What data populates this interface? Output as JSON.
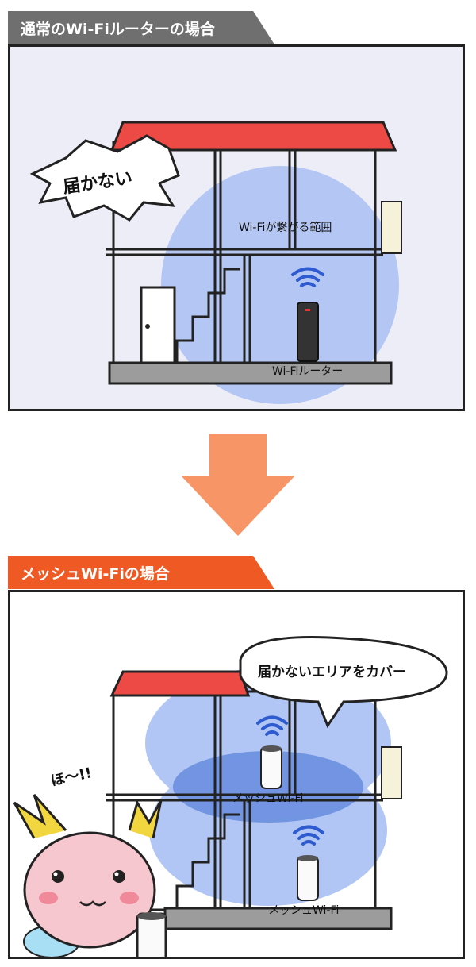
{
  "section1": {
    "title": "通常のWi-Fiルーターの場合",
    "bubble": "届かない",
    "coverage_label": "Wi-Fiが繋がる範囲",
    "router_label": "Wi-Fiルーター"
  },
  "section2": {
    "title": "メッシュWi-Fiの場合",
    "bubble": "届かないエリアをカバー",
    "unit_label_upper": "メッシュWi-Fi",
    "unit_label_lower": "メッシュWi-Fi",
    "character_exclaim": "ほ〜!!"
  },
  "colors": {
    "tab1": "#6f6f6f",
    "tab2": "#ef5a24",
    "arrow": "#f79567",
    "roof": "#ee4a45",
    "coverage": "#a9c0f3",
    "coverage_dark": "#6b8fe0",
    "wifi": "#2f5bd1"
  }
}
